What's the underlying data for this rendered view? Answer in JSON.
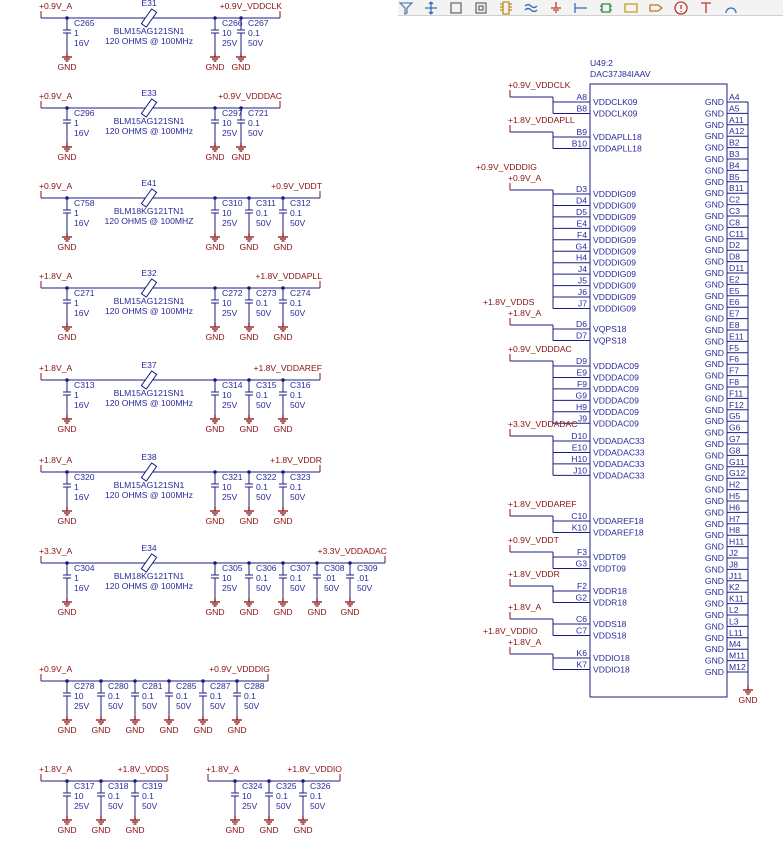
{
  "toolbar": {
    "tools": [
      {
        "name": "filter-icon",
        "color": "#5b7fb7"
      },
      {
        "name": "move-icon",
        "color": "#3a6fb0"
      },
      {
        "name": "select-rect-icon",
        "color": "#6a6a6a"
      },
      {
        "name": "select-area-icon",
        "color": "#6a6a6a"
      },
      {
        "name": "component-icon",
        "color": "#c08a20"
      },
      {
        "name": "wave-icon",
        "color": "#3a6fb0"
      },
      {
        "name": "ground-icon",
        "color": "#c03a2a"
      },
      {
        "name": "wire-icon",
        "color": "#3a6fb0"
      },
      {
        "name": "chip-icon",
        "color": "#2e8a3a"
      },
      {
        "name": "diode-icon",
        "color": "#c0a020"
      },
      {
        "name": "tag-icon",
        "color": "#c07a20"
      },
      {
        "name": "no-erc-icon",
        "color": "#c03a2a"
      },
      {
        "name": "text-icon",
        "color": "#c03a2a"
      },
      {
        "name": "arc-icon",
        "color": "#3a6fb0"
      }
    ]
  },
  "filters": [
    {
      "in_net": "+0.9V_A",
      "out_net": "+0.9V_VDDCLK",
      "ferrite": "E31",
      "part": "BLM15AG121SN1",
      "desc": "120 OHMS @ 100MHz",
      "cin": {
        "ref": "C265",
        "val": "1",
        "volt": "16V"
      },
      "caps": [
        {
          "ref": "C266",
          "val": "10",
          "volt": "25V"
        },
        {
          "ref": "C267",
          "val": "0.1",
          "volt": "50V"
        }
      ]
    },
    {
      "in_net": "+0.9V_A",
      "out_net": "+0.9V_VDDDAC",
      "ferrite": "E33",
      "part": "BLM15AG121SN1",
      "desc": "120 OHMS @ 100MHz",
      "cin": {
        "ref": "C296",
        "val": "1",
        "volt": "16V"
      },
      "caps": [
        {
          "ref": "C297",
          "val": "10",
          "volt": "25V"
        },
        {
          "ref": "C721",
          "val": "0.1",
          "volt": "50V"
        }
      ]
    },
    {
      "in_net": "+0.9V_A",
      "out_net": "+0.9V_VDDT",
      "ferrite": "E41",
      "part": "BLM18KG121TN1",
      "desc": "120 OHMS @ 100MHZ",
      "cin": {
        "ref": "C758",
        "val": "1",
        "volt": "16V"
      },
      "caps": [
        {
          "ref": "C310",
          "val": "10",
          "volt": "25V"
        },
        {
          "ref": "C311",
          "val": "0.1",
          "volt": "50V"
        },
        {
          "ref": "C312",
          "val": "0.1",
          "volt": "50V"
        }
      ]
    },
    {
      "in_net": "+1.8V_A",
      "out_net": "+1.8V_VDDAPLL",
      "ferrite": "E32",
      "part": "BLM15AG121SN1",
      "desc": "120 OHMS @ 100MHz",
      "cin": {
        "ref": "C271",
        "val": "1",
        "volt": "16V"
      },
      "caps": [
        {
          "ref": "C272",
          "val": "10",
          "volt": "25V"
        },
        {
          "ref": "C273",
          "val": "0.1",
          "volt": "50V"
        },
        {
          "ref": "C274",
          "val": "0.1",
          "volt": "50V"
        }
      ]
    },
    {
      "in_net": "+1.8V_A",
      "out_net": "+1.8V_VDDAREF",
      "ferrite": "E37",
      "part": "BLM15AG121SN1",
      "desc": "120 OHMS @ 100MHz",
      "cin": {
        "ref": "C313",
        "val": "1",
        "volt": "16V"
      },
      "caps": [
        {
          "ref": "C314",
          "val": "10",
          "volt": "25V"
        },
        {
          "ref": "C315",
          "val": "0.1",
          "volt": "50V"
        },
        {
          "ref": "C316",
          "val": "0.1",
          "volt": "50V"
        }
      ]
    },
    {
      "in_net": "+1.8V_A",
      "out_net": "+1.8V_VDDR",
      "ferrite": "E38",
      "part": "BLM15AG121SN1",
      "desc": "120 OHMS @ 100MHz",
      "cin": {
        "ref": "C320",
        "val": "1",
        "volt": "16V"
      },
      "caps": [
        {
          "ref": "C321",
          "val": "10",
          "volt": "25V"
        },
        {
          "ref": "C322",
          "val": "0.1",
          "volt": "50V"
        },
        {
          "ref": "C323",
          "val": "0.1",
          "volt": "50V"
        }
      ]
    },
    {
      "in_net": "+3.3V_A",
      "out_net": "+3.3V_VDDADAC",
      "ferrite": "E34",
      "part": "BLM18KG121TN1",
      "desc": "120 OHMS @ 100MHz",
      "cin": {
        "ref": "C304",
        "val": "1",
        "volt": "16V"
      },
      "caps": [
        {
          "ref": "C305",
          "val": "10",
          "volt": "25V"
        },
        {
          "ref": "C306",
          "val": "0.1",
          "volt": "50V"
        },
        {
          "ref": "C307",
          "val": "0.1",
          "volt": "50V"
        },
        {
          "ref": "C308",
          "val": ".01",
          "volt": "50V"
        },
        {
          "ref": "C309",
          "val": ".01",
          "volt": "50V"
        }
      ]
    }
  ],
  "banks": [
    {
      "in_net": "+0.9V_A",
      "out_net": "+0.9V_VDDDIG",
      "caps": [
        {
          "ref": "C278",
          "val": "10",
          "volt": "25V"
        },
        {
          "ref": "C280",
          "val": "0.1",
          "volt": "50V"
        },
        {
          "ref": "C281",
          "val": "0.1",
          "volt": "50V"
        },
        {
          "ref": "C285",
          "val": "0.1",
          "volt": "50V"
        },
        {
          "ref": "C287",
          "val": "0.1",
          "volt": "50V"
        },
        {
          "ref": "C288",
          "val": "0.1",
          "volt": "50V"
        }
      ]
    },
    {
      "in_net": "+1.8V_A",
      "out_net": "+1.8V_VDDS",
      "caps": [
        {
          "ref": "C317",
          "val": "10",
          "volt": "25V"
        },
        {
          "ref": "C318",
          "val": "0.1",
          "volt": "50V"
        },
        {
          "ref": "C319",
          "val": "0.1",
          "volt": "50V"
        }
      ]
    },
    {
      "in_net": "+1.8V_A",
      "out_net": "+1.8V_VDDIO",
      "caps": [
        {
          "ref": "C324",
          "val": "10",
          "volt": "25V"
        },
        {
          "ref": "C325",
          "val": "0.1",
          "volt": "50V"
        },
        {
          "ref": "C326",
          "val": "0.1",
          "volt": "50V"
        }
      ]
    }
  ],
  "gnd_label": "GND",
  "ic": {
    "ref": "U49:2",
    "part": "DAC37J84IAAV",
    "left_groups": [
      {
        "nets": [
          "+0.9V_VDDCLK"
        ],
        "pins": [
          [
            "A8",
            "VDDCLK09"
          ],
          [
            "B8",
            "VDDCLK09"
          ]
        ]
      },
      {
        "nets": [
          "+1.8V_VDDAPLL"
        ],
        "pins": [
          [
            "B9",
            "VDDAPLL18"
          ],
          [
            "B10",
            "VDDAPLL18"
          ]
        ]
      },
      {
        "nets": [
          "+0.9V_VDDDIG",
          "+0.9V_A"
        ],
        "pins": [
          [
            "D3",
            "VDDDIG09"
          ],
          [
            "D4",
            "VDDDIG09"
          ],
          [
            "D5",
            "VDDDIG09"
          ],
          [
            "E4",
            "VDDDIG09"
          ],
          [
            "F4",
            "VDDDIG09"
          ],
          [
            "G4",
            "VDDDIG09"
          ],
          [
            "H4",
            "VDDDIG09"
          ],
          [
            "J4",
            "VDDDIG09"
          ],
          [
            "J5",
            "VDDDIG09"
          ],
          [
            "J6",
            "VDDDIG09"
          ],
          [
            "J7",
            "VDDDIG09"
          ]
        ]
      },
      {
        "nets": [
          "+1.8V_VDDS",
          "+1.8V_A"
        ],
        "pins": [
          [
            "D6",
            "VQPS18"
          ],
          [
            "D7",
            "VQPS18"
          ]
        ]
      },
      {
        "nets": [
          "+0.9V_VDDDAC"
        ],
        "pins": [
          [
            "D9",
            "VDDDAC09"
          ],
          [
            "E9",
            "VDDDAC09"
          ],
          [
            "F9",
            "VDDDAC09"
          ],
          [
            "G9",
            "VDDDAC09"
          ],
          [
            "H9",
            "VDDDAC09"
          ],
          [
            "J9",
            "VDDDAC09"
          ]
        ]
      },
      {
        "nets": [
          "+3.3V_VDDADAC"
        ],
        "pins": [
          [
            "D10",
            "VDDADAC33"
          ],
          [
            "E10",
            "VDDADAC33"
          ],
          [
            "H10",
            "VDDADAC33"
          ],
          [
            "J10",
            "VDDADAC33"
          ]
        ]
      },
      {
        "nets": [
          "+1.8V_VDDAREF"
        ],
        "pins": [
          [
            "C10",
            "VDDAREF18"
          ],
          [
            "K10",
            "VDDAREF18"
          ]
        ]
      },
      {
        "nets": [
          "+0.9V_VDDT"
        ],
        "pins": [
          [
            "F3",
            "VDDT09"
          ],
          [
            "G3",
            "VDDT09"
          ]
        ]
      },
      {
        "nets": [
          "+1.8V_VDDR"
        ],
        "pins": [
          [
            "F2",
            "VDDR18"
          ],
          [
            "G2",
            "VDDR18"
          ]
        ]
      },
      {
        "nets": [
          "+1.8V_A"
        ],
        "pins": [
          [
            "C6",
            "VDDS18"
          ],
          [
            "C7",
            "VDDS18"
          ]
        ]
      },
      {
        "nets": [
          "+1.8V_VDDIO",
          "+1.8V_A"
        ],
        "pins": [
          [
            "K6",
            "VDDIO18"
          ],
          [
            "K7",
            "VDDIO18"
          ]
        ]
      }
    ],
    "right_name": "GND",
    "right_pins": [
      "A4",
      "A5",
      "A11",
      "A12",
      "B2",
      "B3",
      "B4",
      "B5",
      "B11",
      "C2",
      "C3",
      "C8",
      "C11",
      "D2",
      "D8",
      "D11",
      "E2",
      "E5",
      "E6",
      "E7",
      "E8",
      "E11",
      "F5",
      "F6",
      "F7",
      "F8",
      "F11",
      "F12",
      "G5",
      "G6",
      "G7",
      "G8",
      "G11",
      "G12",
      "H2",
      "H5",
      "H6",
      "H7",
      "H8",
      "H11",
      "J2",
      "J8",
      "J11",
      "K2",
      "K11",
      "L2",
      "L3",
      "L11",
      "M4",
      "M11",
      "M12"
    ]
  }
}
